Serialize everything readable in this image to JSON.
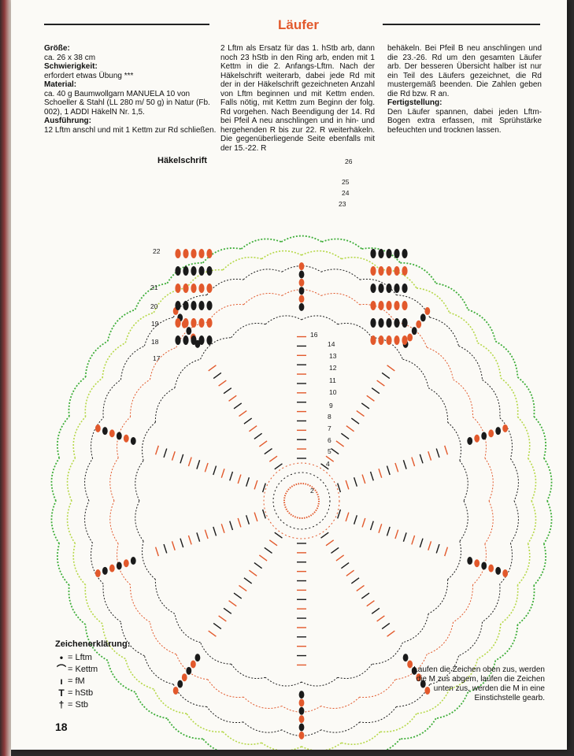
{
  "title": "Läufer",
  "columns": {
    "left": [
      {
        "heading": "Größe:",
        "text": "ca. 26 x 38 cm"
      },
      {
        "heading": "Schwierigkeit:",
        "text": "erfordert etwas Übung ***"
      },
      {
        "heading": "Material:",
        "text": "ca. 40 g Baumwollgarn MANUELA 10 von Schoeller & Stahl (LL 280 m/ 50 g) in Natur (Fb. 002), 1 ADDI HäkelN Nr. 1,5."
      },
      {
        "heading": "Ausführung:",
        "text": "12 Lftm anschl und mit 1 Kettm zur Rd schließen."
      }
    ],
    "middle": "2 Lftm als Ersatz für das 1. hStb arb, dann noch 23 hStb in den Ring arb, enden mit 1 Kettm in die 2. Anfangs-Lftm. Nach der Häkelschrift weiterarb, dabei jede Rd mit der in der Häkelschrift gezeichneten Anzahl von Lftm beginnen und mit Kettm enden. Falls nötig, mit Kettm zum Beginn der folg. Rd vorgehen. Nach Beendigung der 14. Rd bei Pfeil A neu anschlingen und in hin- und hergehenden R bis zur 22. R weiterhäkeln. Die gegenüberliegende Seite ebenfalls mit der 15.-22. R",
    "right_a": "behäkeln. Bei Pfeil B neu anschlingen und die 23.-26. Rd um den gesamten Läufer arb. Der besseren Übersicht halber ist nur ein Teil des Läufers gezeichnet, die Rd mustergemäß beenden. Die Zahlen geben die Rd bzw. R an.",
    "right_heading": "Fertigstellung:",
    "right_b": "Den Läufer spannen, dabei jeden Lftm-Bogen extra erfassen, mit Sprühstärke befeuchten und trocknen lassen."
  },
  "chart_label": "Häkelschrift",
  "round_numbers": [
    "2",
    "4",
    "5",
    "6",
    "7",
    "8",
    "9",
    "10",
    "11",
    "12",
    "13",
    "14",
    "16",
    "17",
    "18",
    "19",
    "20",
    "21",
    "22",
    "23",
    "24",
    "25",
    "26"
  ],
  "legend": {
    "heading": "Zeichenerklärung:",
    "items": [
      {
        "symbol": "•",
        "label": "= Lftm"
      },
      {
        "symbol": "⌒",
        "label": "= Kettm"
      },
      {
        "symbol": "ı",
        "label": "= fM"
      },
      {
        "symbol": "T",
        "label": "= hStb"
      },
      {
        "symbol": "†",
        "label": "= Stb"
      }
    ]
  },
  "note": "Laufen die Zeichen oben zus, werden die M zus abgem, laufen die Zeichen unten zus, werden die M in eine Einstichstelle gearb.",
  "page_number": "18",
  "colors": {
    "accent": "#e2592c",
    "black": "#1a1a1a",
    "green": "#3fae3a",
    "lime": "#b6d84a",
    "title": "#e2592c"
  }
}
